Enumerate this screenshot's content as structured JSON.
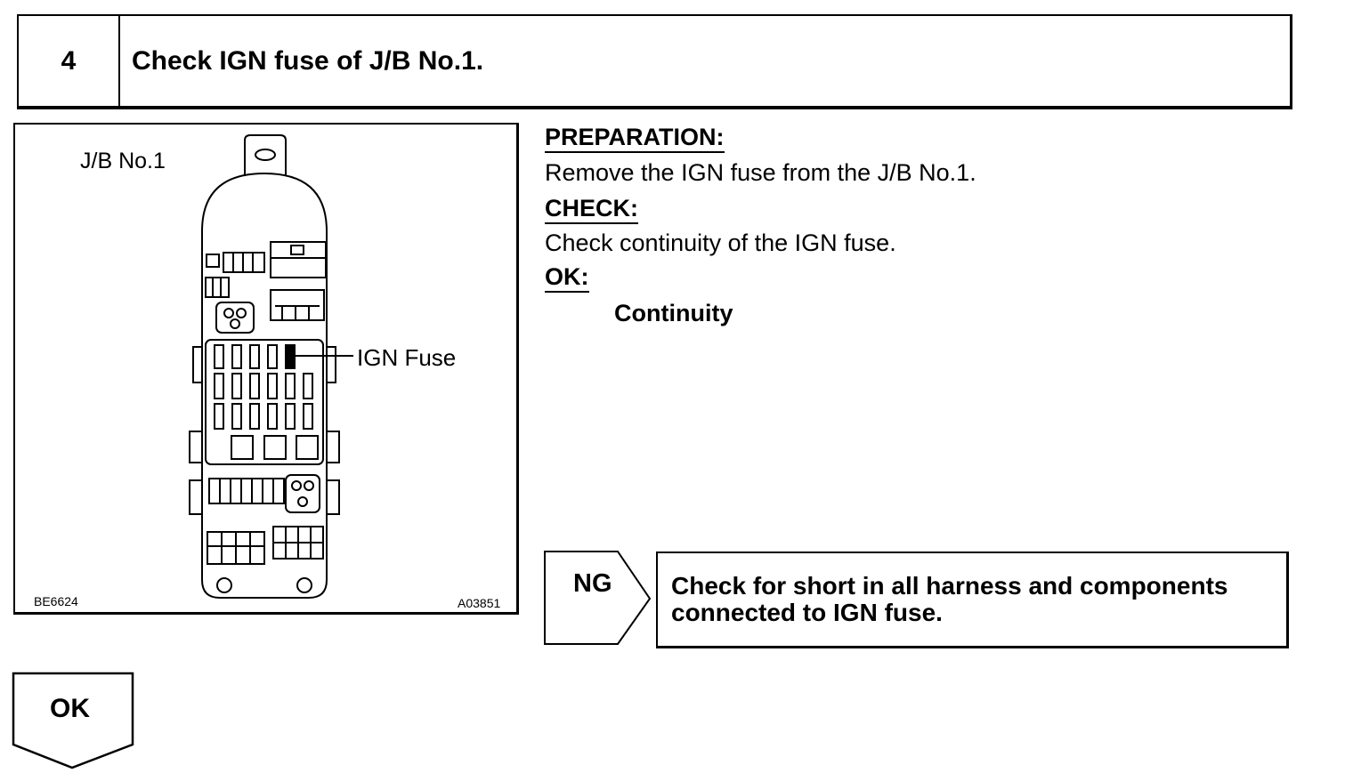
{
  "step": {
    "number": "4",
    "title": "Check IGN fuse of J/B No.1."
  },
  "figure": {
    "jb_label": "J/B No.1",
    "fuse_label": "IGN Fuse",
    "code_left": "BE6624",
    "code_right": "A03851"
  },
  "procedure": {
    "preparation_heading": "PREPARATION:",
    "preparation_text": "Remove the IGN fuse from the J/B No.1.",
    "check_heading": "CHECK:",
    "check_text": "Check continuity of the IGN fuse.",
    "ok_heading": "OK:",
    "ok_value": "Continuity"
  },
  "ng_branch": {
    "label": "NG",
    "text_line1": "Check for short in all harness and components",
    "text_line2": "connected to IGN fuse."
  },
  "ok_branch": {
    "label": "OK"
  }
}
